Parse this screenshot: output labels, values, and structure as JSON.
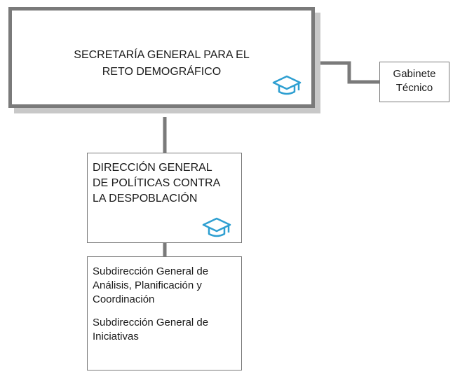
{
  "nodes": {
    "secretaria": {
      "label": "SECRETARÍA GENERAL PARA EL\nRETO DEMOGRÁFICO",
      "icon": "graduation-cap-icon"
    },
    "gabinete": {
      "label": "Gabinete\nTécnico"
    },
    "direccion": {
      "label": "DIRECCIÓN GENERAL\nDE POLÍTICAS CONTRA\nLA DESPOBLACIÓN",
      "icon": "graduation-cap-icon"
    },
    "subdirecciones": [
      {
        "label": "Subdirección General de\nAnálisis, Planificación y\nCoordinación"
      },
      {
        "label": "Subdirección General de\nIniciativas"
      }
    ]
  },
  "colors": {
    "line": "#7a7a7a",
    "shadow": "#c8c8c8",
    "icon": "#2e9fd1"
  }
}
